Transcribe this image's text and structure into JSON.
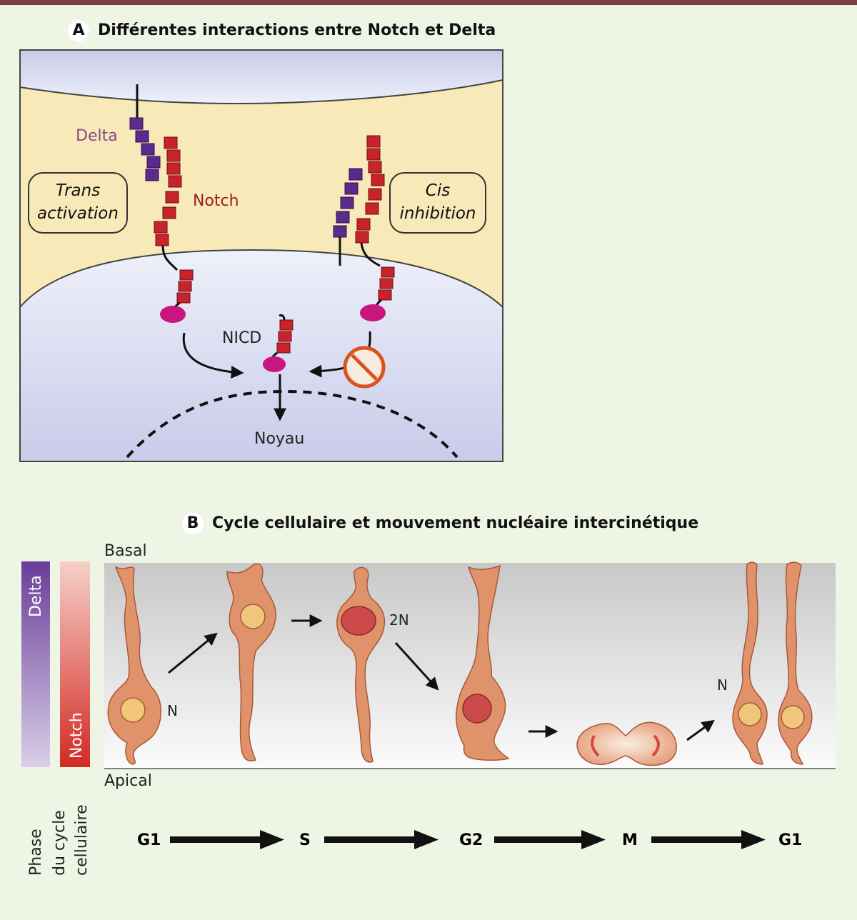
{
  "panel_a": {
    "letter": "A",
    "title": "Différentes interactions entre Notch et Delta",
    "label_delta": "Delta",
    "label_notch": "Notch",
    "label_nicd": "NICD",
    "label_noyau": "Noyau",
    "box_trans_line1": "Trans",
    "box_trans_line2": "activation",
    "box_cis_line1": "Cis",
    "box_cis_line2": "inhibition"
  },
  "panel_b": {
    "letter": "B",
    "title": "Cycle cellulaire et mouvement nucléaire intercinétique",
    "label_basal": "Basal",
    "label_apical": "Apical",
    "gradient_delta": "Delta",
    "gradient_notch": "Notch",
    "label_n_first": "N",
    "label_2n": "2N",
    "label_n_last": "N",
    "phase_label_line1": "Phase",
    "phase_label_line2": "du cycle",
    "phase_label_line3": "cellulaire",
    "phases": [
      "G1",
      "S",
      "G2",
      "M",
      "G1"
    ]
  },
  "colors": {
    "delta": "#5b2a8c",
    "notch": "#c8232c",
    "nicd_head": "#c8157f",
    "cell_body": "#e0926a",
    "nucleus_light": "#f0c77a",
    "nucleus_dark": "#cc4a4a",
    "inhibit": "#d9541c"
  }
}
